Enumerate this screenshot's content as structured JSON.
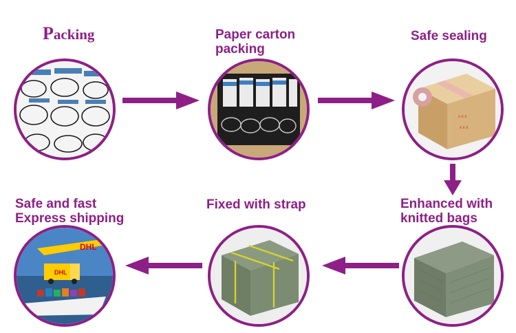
{
  "steps": {
    "packing": {
      "first_letter": "P",
      "rest": "acking"
    },
    "carton": "Paper carton\npacking",
    "sealing": "Safe sealing",
    "knitted": "Enhanced with\nknitted bags",
    "strap": "Fixed with strap",
    "shipping": "Safe and fast\nExpress shipping"
  },
  "photo_text": {
    "dhl_plane": "DHL",
    "dhl_van": "DHL"
  },
  "colors": {
    "accent": "#8e1f86",
    "dhl_yellow": "#ffcc00",
    "dhl_red": "#d40511"
  }
}
